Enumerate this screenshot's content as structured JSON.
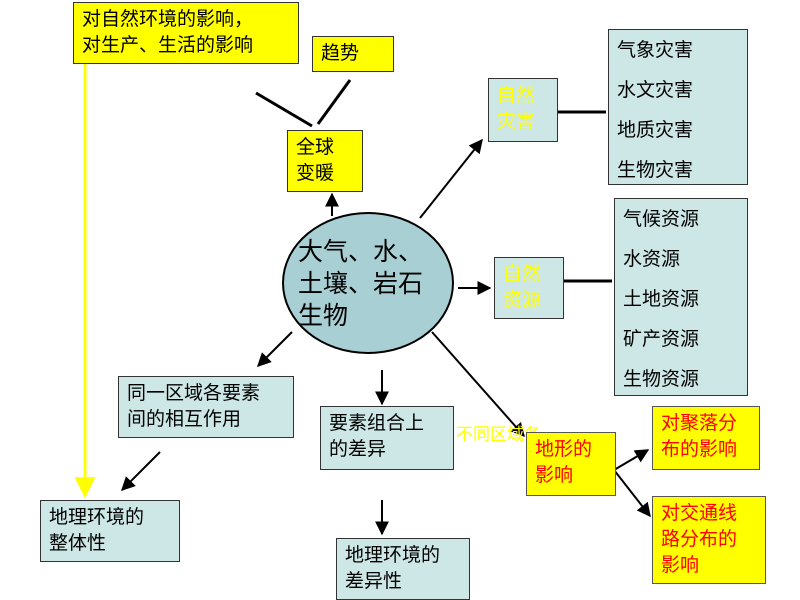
{
  "center": {
    "lines": [
      "大气、水、",
      "土壤、岩石",
      "生物"
    ]
  },
  "impact_box": {
    "lines": [
      "对自然环境的影响，",
      "对生产、生活的影响"
    ]
  },
  "trend_box": {
    "label": "趋势"
  },
  "global_warming_box": {
    "lines": [
      "全球",
      "变暖"
    ]
  },
  "natural_disaster_box": {
    "lines": [
      "自然",
      "灾害"
    ]
  },
  "disaster_list": [
    "气象灾害",
    "水文灾害",
    "地质灾害",
    "生物灾害"
  ],
  "natural_resource_box": {
    "lines": [
      "自然",
      "资源"
    ]
  },
  "resource_list": [
    "气候资源",
    "水资源",
    "土地资源",
    "矿产资源",
    "生物资源"
  ],
  "interaction_box": {
    "lines": [
      "同一区域各要素",
      "间的相互作用"
    ]
  },
  "wholeness_box": {
    "lines": [
      "地理环境的",
      "整体性"
    ]
  },
  "combination_box": {
    "lines": [
      "要素组合上",
      "的差异"
    ]
  },
  "difference_box": {
    "lines": [
      "地理环境的",
      "差异性"
    ]
  },
  "different_region_label": "不同区域各",
  "terrain_box": {
    "lines": [
      "地形的",
      "影响"
    ]
  },
  "settlement_box": {
    "lines": [
      "对聚落分",
      "布的影响"
    ]
  },
  "transport_box": {
    "lines": [
      "对交通线",
      "路分布的",
      "影响"
    ]
  },
  "colors": {
    "yellow": "#ffff00",
    "light_blue": "#cde6e6",
    "circle_blue": "#a8d0d4",
    "red_text": "#ff0000"
  }
}
